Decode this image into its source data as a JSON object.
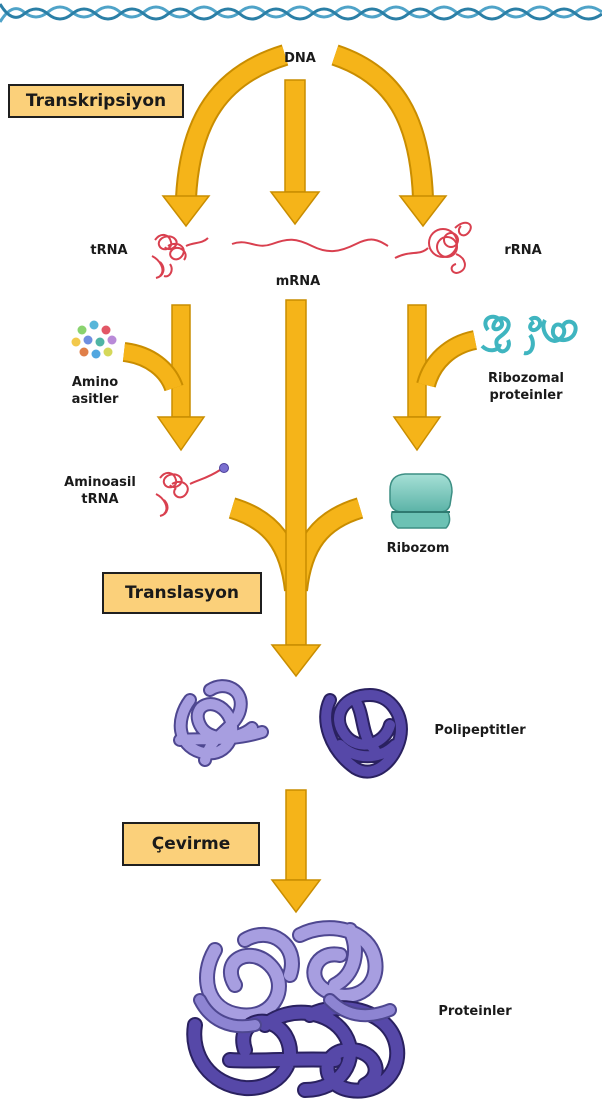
{
  "stages": {
    "transcription": "Transkripsiyon",
    "translation": "Translasyon",
    "folding": "Çevirme"
  },
  "labels": {
    "dna": "DNA",
    "trna": "tRNA",
    "mrna": "mRNA",
    "rrna": "rRNA",
    "amino_acids_line1": "Amino",
    "amino_acids_line2": "asitler",
    "ribosomal_proteins_line1": "Ribozomal",
    "ribosomal_proteins_line2": "proteinler",
    "aminoacyl_trna_line1": "Aminoasil",
    "aminoacyl_trna_line2": "tRNA",
    "ribosome": "Ribozom",
    "polypeptides": "Polipeptitler",
    "proteins": "Proteinler"
  },
  "colors": {
    "arrow_fill": "#f5b419",
    "arrow_stroke": "#c98d00",
    "dna_strand": "#4fa3c8",
    "rna": "#d9404f",
    "ribosomal_protein": "#3fb5c0",
    "ribosome": "#7fcdc0",
    "polypeptide_light": "#9c91d6",
    "polypeptide_dark": "#4b3e9a",
    "stage_box": "#fbd07a"
  }
}
